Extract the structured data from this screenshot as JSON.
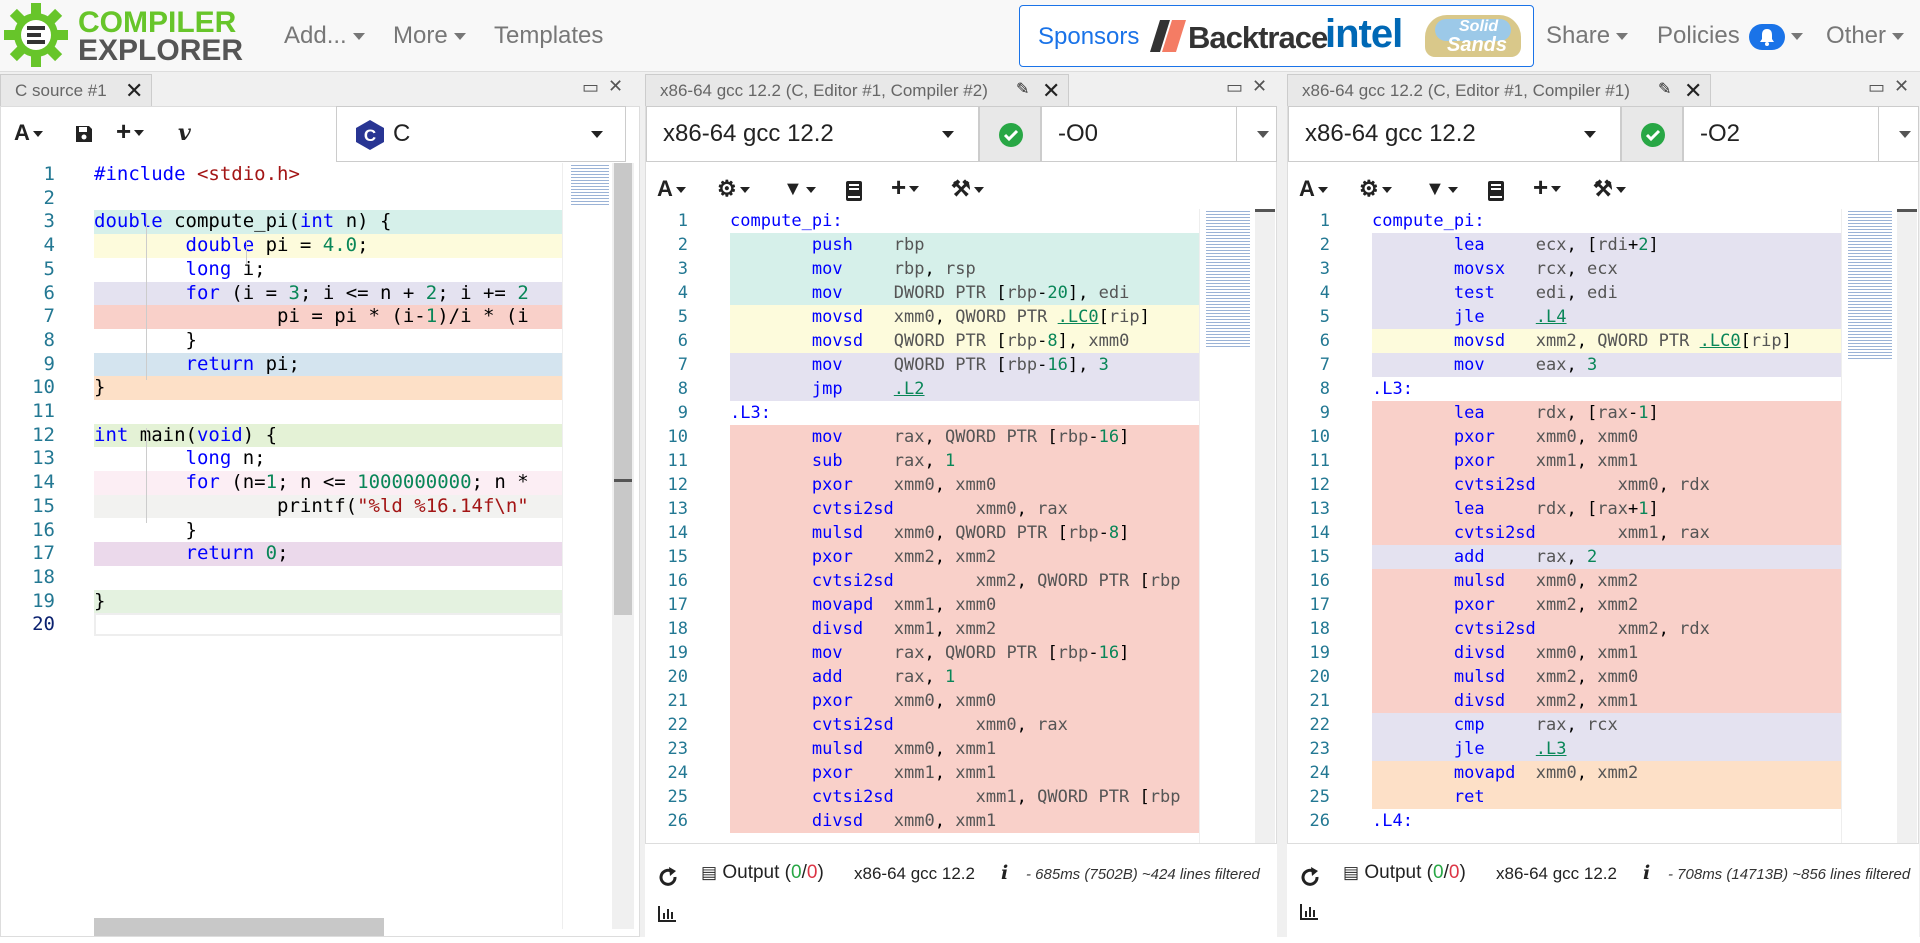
{
  "brand": {
    "line1": "COMPILER",
    "line2": "EXPLORER"
  },
  "nav": {
    "add": "Add...",
    "more": "More",
    "templates": "Templates",
    "share": "Share",
    "policies": "Policies",
    "other": "Other"
  },
  "sponsors": {
    "label": "Sponsors",
    "backtrace": "Backtrace",
    "intel": "intel",
    "solid1": "Solid",
    "solid2": "Sands"
  },
  "colors": {
    "accent": "#67c52a",
    "link": "#1a73e8",
    "ok": "#28a745"
  },
  "editor": {
    "tab": "C source #1",
    "language": "C",
    "lines": [
      {
        "n": "1",
        "t": "#include <stdio.h>",
        "bg": "#fff"
      },
      {
        "n": "2",
        "t": "",
        "bg": "#fff"
      },
      {
        "n": "3",
        "t": "double compute_pi(int n) {",
        "bg": "#d6f0ea"
      },
      {
        "n": "4",
        "t": "        double pi = 4.0;",
        "bg": "#fdfbdc"
      },
      {
        "n": "5",
        "t": "        long i;",
        "bg": "#fff"
      },
      {
        "n": "6",
        "t": "        for (i = 3; i <= n + 2; i += 2",
        "bg": "#e4e2f0"
      },
      {
        "n": "7",
        "t": "                pi = pi * (i-1)/i * (i",
        "bg": "#f9d0c9"
      },
      {
        "n": "8",
        "t": "        }",
        "bg": "#fff"
      },
      {
        "n": "9",
        "t": "        return pi;",
        "bg": "#d4e4ef"
      },
      {
        "n": "10",
        "t": "}",
        "bg": "#fde0c7"
      },
      {
        "n": "11",
        "t": "",
        "bg": "#fff"
      },
      {
        "n": "12",
        "t": "int main(void) {",
        "bg": "#e4f2d6"
      },
      {
        "n": "13",
        "t": "        long n;",
        "bg": "#fff"
      },
      {
        "n": "14",
        "t": "        for (n=1; n <= 1000000000; n *",
        "bg": "#fceef4"
      },
      {
        "n": "15",
        "t": "                printf(\"%ld %16.14f\\n\"",
        "bg": "#f2f2f0"
      },
      {
        "n": "16",
        "t": "        }",
        "bg": "#fff"
      },
      {
        "n": "17",
        "t": "        return 0;",
        "bg": "#ebd9eb"
      },
      {
        "n": "18",
        "t": "",
        "bg": "#fff"
      },
      {
        "n": "19",
        "t": "}",
        "bg": "#e4f2e0"
      },
      {
        "n": "20",
        "t": "",
        "bg": "#fff"
      }
    ]
  },
  "compiler2": {
    "tab": "x86-64 gcc 12.2 (C, Editor #1, Compiler #2)",
    "compiler": "x86-64 gcc 12.2",
    "flags": "-O0",
    "output_label": "Output (",
    "out_ok": "0",
    "out_sep": "/",
    "out_err": "0",
    "out_close": ")",
    "status_compiler": "x86-64 gcc 12.2",
    "stats": "- 685ms (7502B) ~424 lines filtered",
    "lines": [
      {
        "n": "1",
        "t": "compute_pi:",
        "bg": "#fff"
      },
      {
        "n": "2",
        "t": "        push    rbp",
        "bg": "#d6f0ea"
      },
      {
        "n": "3",
        "t": "        mov     rbp, rsp",
        "bg": "#d6f0ea"
      },
      {
        "n": "4",
        "t": "        mov     DWORD PTR [rbp-20], edi",
        "bg": "#d6f0ea"
      },
      {
        "n": "5",
        "t": "        movsd   xmm0, QWORD PTR .LC0[rip]",
        "bg": "#fdfbdc"
      },
      {
        "n": "6",
        "t": "        movsd   QWORD PTR [rbp-8], xmm0",
        "bg": "#fdfbdc"
      },
      {
        "n": "7",
        "t": "        mov     QWORD PTR [rbp-16], 3",
        "bg": "#e4e2f0"
      },
      {
        "n": "8",
        "t": "        jmp     .L2",
        "bg": "#e4e2f0"
      },
      {
        "n": "9",
        "t": ".L3:",
        "bg": "#fff"
      },
      {
        "n": "10",
        "t": "        mov     rax, QWORD PTR [rbp-16]",
        "bg": "#f9d0c9"
      },
      {
        "n": "11",
        "t": "        sub     rax, 1",
        "bg": "#f9d0c9"
      },
      {
        "n": "12",
        "t": "        pxor    xmm0, xmm0",
        "bg": "#f9d0c9"
      },
      {
        "n": "13",
        "t": "        cvtsi2sd        xmm0, rax",
        "bg": "#f9d0c9"
      },
      {
        "n": "14",
        "t": "        mulsd   xmm0, QWORD PTR [rbp-8]",
        "bg": "#f9d0c9"
      },
      {
        "n": "15",
        "t": "        pxor    xmm2, xmm2",
        "bg": "#f9d0c9"
      },
      {
        "n": "16",
        "t": "        cvtsi2sd        xmm2, QWORD PTR [rbp",
        "bg": "#f9d0c9"
      },
      {
        "n": "17",
        "t": "        movapd  xmm1, xmm0",
        "bg": "#f9d0c9"
      },
      {
        "n": "18",
        "t": "        divsd   xmm1, xmm2",
        "bg": "#f9d0c9"
      },
      {
        "n": "19",
        "t": "        mov     rax, QWORD PTR [rbp-16]",
        "bg": "#f9d0c9"
      },
      {
        "n": "20",
        "t": "        add     rax, 1",
        "bg": "#f9d0c9"
      },
      {
        "n": "21",
        "t": "        pxor    xmm0, xmm0",
        "bg": "#f9d0c9"
      },
      {
        "n": "22",
        "t": "        cvtsi2sd        xmm0, rax",
        "bg": "#f9d0c9"
      },
      {
        "n": "23",
        "t": "        mulsd   xmm0, xmm1",
        "bg": "#f9d0c9"
      },
      {
        "n": "24",
        "t": "        pxor    xmm1, xmm1",
        "bg": "#f9d0c9"
      },
      {
        "n": "25",
        "t": "        cvtsi2sd        xmm1, QWORD PTR [rbp",
        "bg": "#f9d0c9"
      },
      {
        "n": "26",
        "t": "        divsd   xmm0, xmm1",
        "bg": "#f9d0c9"
      }
    ]
  },
  "compiler1": {
    "tab": "x86-64 gcc 12.2 (C, Editor #1, Compiler #1)",
    "compiler": "x86-64 gcc 12.2",
    "flags": "-O2",
    "output_label": "Output (",
    "out_ok": "0",
    "out_sep": "/",
    "out_err": "0",
    "out_close": ")",
    "status_compiler": "x86-64 gcc 12.2",
    "stats": "- 708ms (14713B) ~856 lines filtered",
    "lines": [
      {
        "n": "1",
        "t": "compute_pi:",
        "bg": "#fff"
      },
      {
        "n": "2",
        "t": "        lea     ecx, [rdi+2]",
        "bg": "#e4e2f0"
      },
      {
        "n": "3",
        "t": "        movsx   rcx, ecx",
        "bg": "#e4e2f0"
      },
      {
        "n": "4",
        "t": "        test    edi, edi",
        "bg": "#e4e2f0"
      },
      {
        "n": "5",
        "t": "        jle     .L4",
        "bg": "#e4e2f0"
      },
      {
        "n": "6",
        "t": "        movsd   xmm2, QWORD PTR .LC0[rip]",
        "bg": "#fdfbdc"
      },
      {
        "n": "7",
        "t": "        mov     eax, 3",
        "bg": "#e4e2f0"
      },
      {
        "n": "8",
        "t": ".L3:",
        "bg": "#fff"
      },
      {
        "n": "9",
        "t": "        lea     rdx, [rax-1]",
        "bg": "#f9d0c9"
      },
      {
        "n": "10",
        "t": "        pxor    xmm0, xmm0",
        "bg": "#f9d0c9"
      },
      {
        "n": "11",
        "t": "        pxor    xmm1, xmm1",
        "bg": "#f9d0c9"
      },
      {
        "n": "12",
        "t": "        cvtsi2sd        xmm0, rdx",
        "bg": "#f9d0c9"
      },
      {
        "n": "13",
        "t": "        lea     rdx, [rax+1]",
        "bg": "#f9d0c9"
      },
      {
        "n": "14",
        "t": "        cvtsi2sd        xmm1, rax",
        "bg": "#f9d0c9"
      },
      {
        "n": "15",
        "t": "        add     rax, 2",
        "bg": "#e4e2f0"
      },
      {
        "n": "16",
        "t": "        mulsd   xmm0, xmm2",
        "bg": "#f9d0c9"
      },
      {
        "n": "17",
        "t": "        pxor    xmm2, xmm2",
        "bg": "#f9d0c9"
      },
      {
        "n": "18",
        "t": "        cvtsi2sd        xmm2, rdx",
        "bg": "#f9d0c9"
      },
      {
        "n": "19",
        "t": "        divsd   xmm0, xmm1",
        "bg": "#f9d0c9"
      },
      {
        "n": "20",
        "t": "        mulsd   xmm2, xmm0",
        "bg": "#f9d0c9"
      },
      {
        "n": "21",
        "t": "        divsd   xmm2, xmm1",
        "bg": "#f9d0c9"
      },
      {
        "n": "22",
        "t": "        cmp     rax, rcx",
        "bg": "#e4e2f0"
      },
      {
        "n": "23",
        "t": "        jle     .L3",
        "bg": "#e4e2f0"
      },
      {
        "n": "24",
        "t": "        movapd  xmm0, xmm2",
        "bg": "#fde0c7"
      },
      {
        "n": "25",
        "t": "        ret",
        "bg": "#fde0c7"
      },
      {
        "n": "26",
        "t": ".L4:",
        "bg": "#fff"
      }
    ]
  },
  "icons": {
    "close": "close-icon",
    "maximize": "maximize-icon",
    "font": "font-icon",
    "save": "save-icon",
    "add": "plus-icon",
    "vim": "vim-icon",
    "gear": "gear-icon",
    "filter": "filter-icon",
    "book": "book-icon",
    "wrench": "wrench-icon",
    "check": "check-icon",
    "refresh": "refresh-icon",
    "output": "output-icon",
    "info": "info-icon",
    "chart": "chart-icon",
    "bell": "bell-icon",
    "pencil": "pencil-icon"
  }
}
